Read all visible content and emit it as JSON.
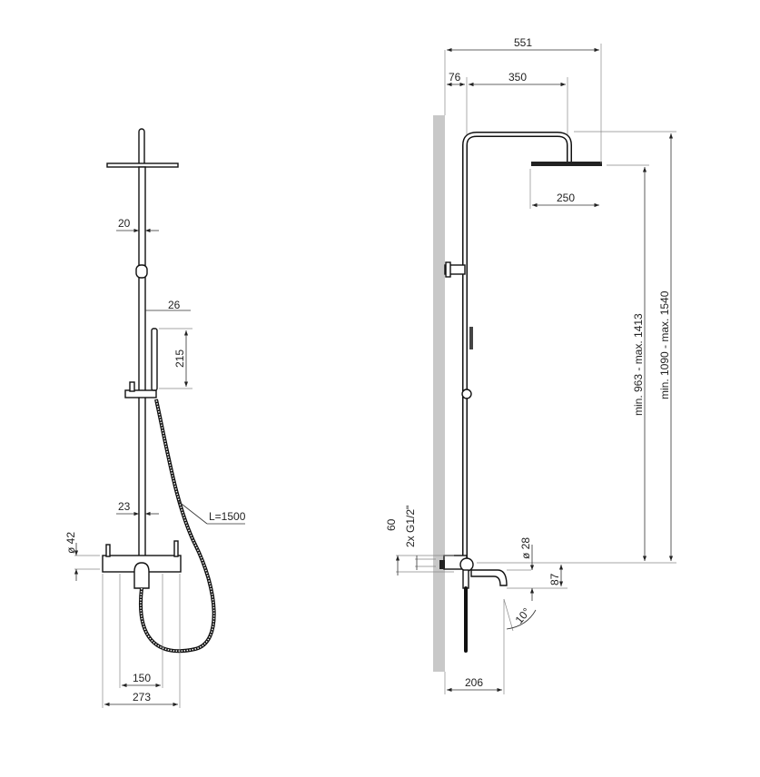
{
  "front_view": {
    "dims": {
      "pipe_offset": "20",
      "handshower_offset": "26",
      "handshower_length": "215",
      "bar_diameter": "23",
      "hose_length": "L=1500",
      "body_diameter": "ø 42",
      "inlet_spacing": "150",
      "body_width": "273"
    }
  },
  "side_view": {
    "dims": {
      "overall_projection": "551",
      "wall_offset": "76",
      "arm_length": "350",
      "head_diameter": "250",
      "height_range_head": "min. 963 - max. 1413",
      "height_range_top": "min. 1090 - max. 1540",
      "inlet_offset": "60",
      "connections": "2x G1/2\"",
      "spout_diameter": "ø 28",
      "spout_drop": "87",
      "spout_angle": "10°",
      "spout_projection": "206"
    }
  },
  "colors": {
    "wall": "#c8c8c8",
    "line": "#111111"
  }
}
